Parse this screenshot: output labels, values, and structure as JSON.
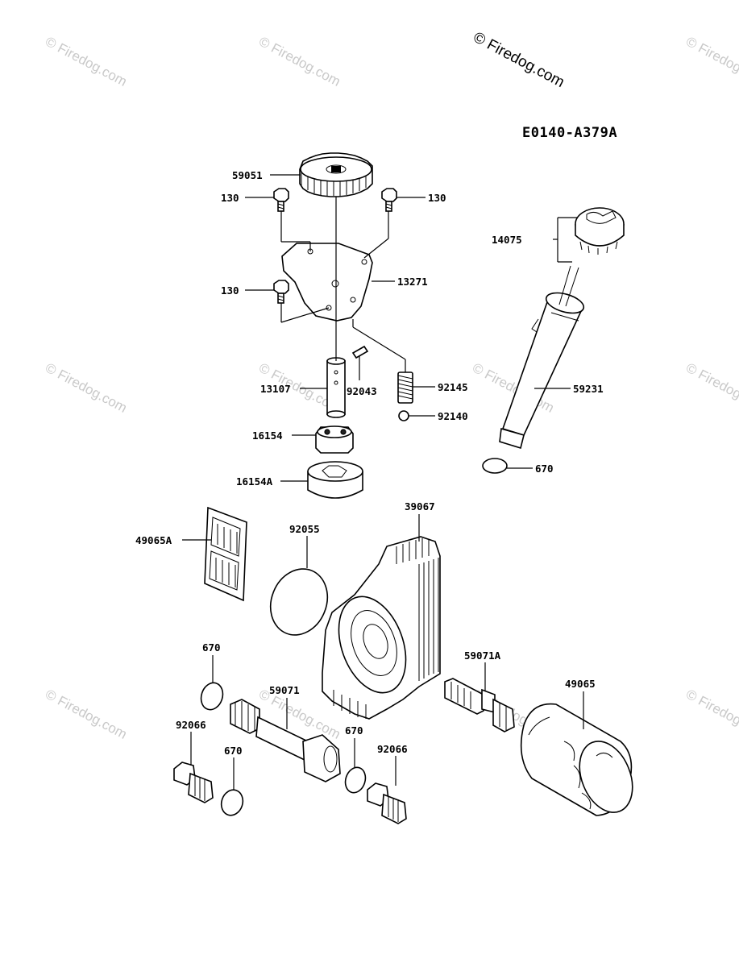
{
  "diagram_code": "E0140-A379A",
  "watermark_main": "© Firedog.com",
  "watermark_faint": "© Firedog.com",
  "parts": [
    {
      "id": "59051"
    },
    {
      "id": "130"
    },
    {
      "id": "130"
    },
    {
      "id": "14075"
    },
    {
      "id": "13271"
    },
    {
      "id": "130"
    },
    {
      "id": "13107"
    },
    {
      "id": "92043"
    },
    {
      "id": "92145"
    },
    {
      "id": "92140"
    },
    {
      "id": "59231"
    },
    {
      "id": "16154"
    },
    {
      "id": "16154A"
    },
    {
      "id": "670"
    },
    {
      "id": "39067"
    },
    {
      "id": "49065A"
    },
    {
      "id": "92055"
    },
    {
      "id": "670"
    },
    {
      "id": "59071A"
    },
    {
      "id": "49065"
    },
    {
      "id": "59071"
    },
    {
      "id": "92066"
    },
    {
      "id": "670"
    },
    {
      "id": "670"
    },
    {
      "id": "92066"
    }
  ]
}
